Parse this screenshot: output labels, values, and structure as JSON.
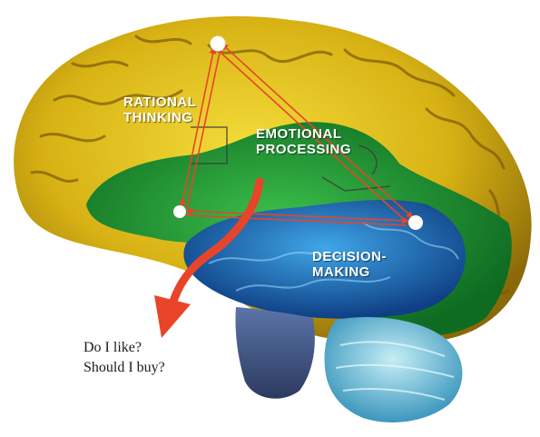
{
  "regions": {
    "rational_thinking": {
      "line1": "RATIONAL",
      "line2": "THINKING",
      "color": "#e0c21c"
    },
    "emotional_processing": {
      "line1": "EMOTIONAL",
      "line2": "PROCESSING",
      "color": "#1f9a34"
    },
    "decision_making": {
      "line1": "DECISION-",
      "line2": "MAKING",
      "color": "#2a7fc4"
    }
  },
  "questions": {
    "q1": "Do I like?",
    "q2": "Should I buy?"
  },
  "colors": {
    "connector": "#e8442a",
    "node": "#ffffff",
    "cerebellum": "#7fcde6",
    "brainstem": "#3a4f7a"
  }
}
